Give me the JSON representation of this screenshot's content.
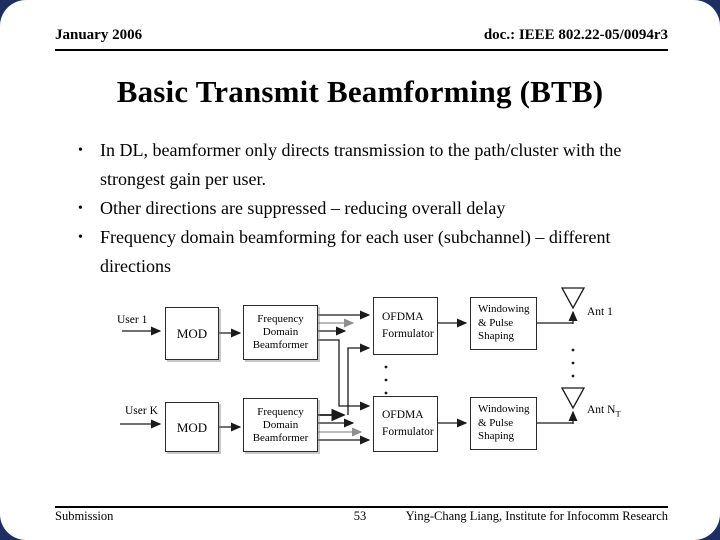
{
  "header": {
    "date": "January 2006",
    "doc": "doc.: IEEE 802.22-05/0094r3"
  },
  "title": "Basic Transmit Beamforming (BTB)",
  "bullets": [
    {
      "lines": [
        "In DL, beamformer only directs transmission to the path/cluster with the",
        "strongest gain per user."
      ]
    },
    {
      "lines": [
        "Other directions are suppressed – reducing overall delay"
      ]
    },
    {
      "lines": [
        "Frequency domain beamforming for each user (subchannel) – different",
        "directions"
      ]
    }
  ],
  "diagram": {
    "rows": [
      {
        "user": "User 1",
        "mod": "MOD",
        "beamformer": [
          "Frequency",
          "Domain",
          "Beamformer"
        ],
        "ofdma": [
          "OFDMA",
          "Formulator"
        ],
        "windowing": [
          "Windowing",
          "& Pulse",
          "Shaping"
        ],
        "antenna": {
          "label": "Ant 1",
          "sub": ""
        }
      },
      {
        "user": "User K",
        "mod": "MOD",
        "beamformer": [
          "Frequency",
          "Domain",
          "Beamformer"
        ],
        "ofdma": [
          "OFDMA",
          "Formulator"
        ],
        "windowing": [
          "Windowing",
          "& Pulse",
          "Shaping"
        ],
        "antenna": {
          "label": "Ant N",
          "sub": "T"
        }
      }
    ]
  },
  "footer": {
    "left": "Submission",
    "page": "53",
    "right": "Ying-Chang Liang, Institute for Infocomm Research"
  },
  "colors": {
    "canvas_background": "#1d2e63",
    "slide_background": "#ffffff",
    "text": "#000000",
    "wire": "#1a1a1a",
    "wire_light": "#999999"
  }
}
